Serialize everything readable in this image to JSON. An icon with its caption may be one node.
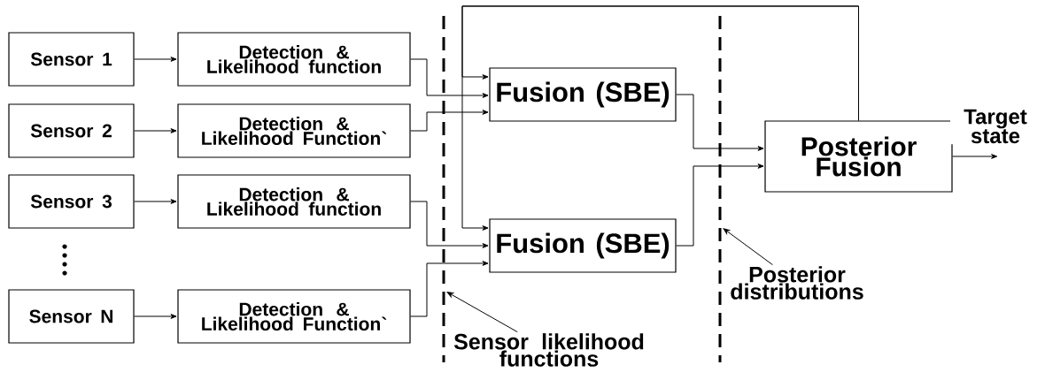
{
  "diagram": {
    "nodes": [
      {
        "text": [
          "Sensor 1"
        ]
      },
      {
        "text": [
          "Sensor 2"
        ]
      },
      {
        "text": [
          "Sensor 3"
        ]
      },
      {
        "text": [
          "Sensor N"
        ]
      },
      {
        "text": [
          "Detection & Likelihood function"
        ]
      },
      {
        "text": [
          "Detection & Likelihood Function`"
        ]
      },
      {
        "text": [
          "Detection & Likelihood function"
        ]
      },
      {
        "text": [
          "Detection & Likelihood Function`"
        ]
      },
      {
        "text": [
          "Fusion (SBE)"
        ]
      },
      {
        "text": [
          "Fusion (SBE)"
        ]
      },
      {
        "text": [
          "Posterior Fusion"
        ]
      },
      {
        "text": [
          "Sensor likelihood functions"
        ]
      },
      {
        "text": [
          "Posterior distributions"
        ]
      }
    ],
    "edges": [
      {
        "from": 0,
        "to": 4,
        "arrow": "to"
      },
      {
        "from": 1,
        "to": 5,
        "arrow": "to"
      },
      {
        "from": 2,
        "to": 6,
        "arrow": "to"
      },
      {
        "from": 3,
        "to": 7,
        "arrow": "to"
      },
      {
        "from": 4,
        "to": 8,
        "arrow": "to"
      },
      {
        "from": 5,
        "to": 8,
        "arrow": "to"
      },
      {
        "from": 6,
        "to": 9,
        "arrow": "to"
      },
      {
        "from": 7,
        "to": 9,
        "arrow": "to"
      },
      {
        "from": 10,
        "to": 8,
        "arrow": "to"
      },
      {
        "from": 10,
        "to": 9,
        "arrow": "to"
      },
      {
        "from": 8,
        "to": 10,
        "arrow": "to"
      },
      {
        "from": 9,
        "to": 10,
        "arrow": "to"
      },
      {
        "from": 10,
        "to": null,
        "arrow": "to",
        "label": "Target state"
      },
      {
        "from": 11,
        "to": null,
        "arrow": "to"
      },
      {
        "from": 12,
        "to": null,
        "arrow": "to"
      }
    ]
  }
}
